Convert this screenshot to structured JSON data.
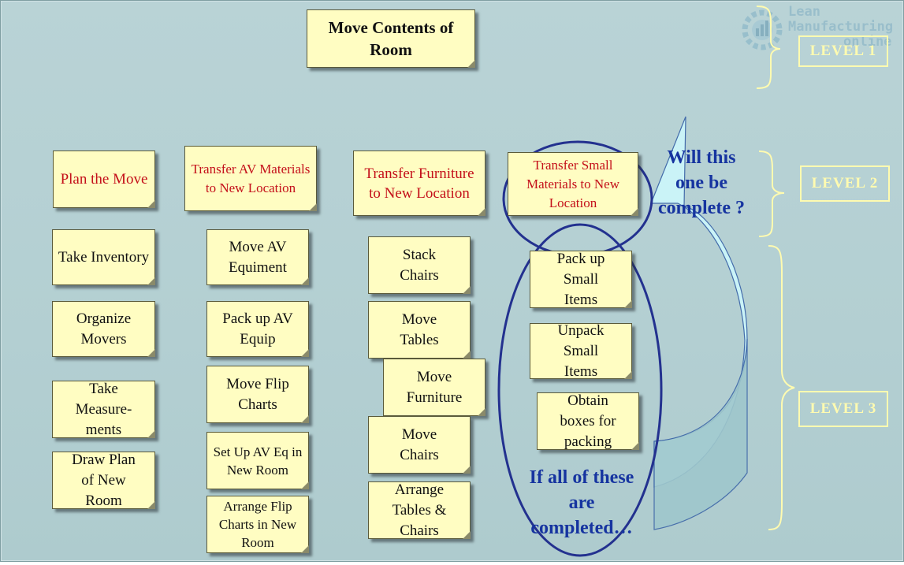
{
  "title": "Move Contents of Room",
  "levels": [
    "LEVEL 1",
    "LEVEL 2",
    "LEVEL 3"
  ],
  "watermark": {
    "line1": "Lean",
    "line2": "Manufacturing",
    "line3": "online"
  },
  "level2": [
    "Plan the Move",
    "Transfer AV Materials  to New Location",
    "Transfer Furniture  to New Location",
    "Transfer Small Materials to New Location"
  ],
  "col1": [
    "Take Inventory",
    "Organize Movers",
    "Take Measure-ments",
    "Draw Plan of New Room"
  ],
  "col2": [
    "Move AV Equiment",
    "Pack up AV Equip",
    "Move Flip Charts",
    "Set Up AV Eq in New Room",
    "Arrange Flip Charts in New Room"
  ],
  "col3": [
    "Stack Chairs",
    "Move Tables",
    "Move Furniture",
    "Move Chairs",
    "Arrange Tables & Chairs"
  ],
  "col4": [
    "Pack up Small Items",
    "Unpack Small Items",
    "Obtain boxes for packing"
  ],
  "question": "Will this one be complete ?",
  "condition": "If all of these are completed…",
  "colors": {
    "red_text": "#c4101a",
    "blue_text": "#1634a0",
    "note_fill": "#fffdc2",
    "level_yellow": "#fffbb0",
    "arrow_fill": "#ccf5f9"
  }
}
